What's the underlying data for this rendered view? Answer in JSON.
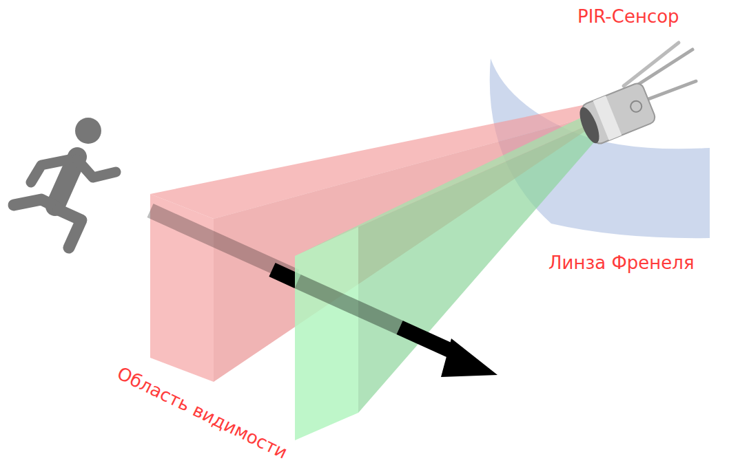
{
  "diagram": {
    "labels": [
      "PIR-Сенсор",
      "Линза Френеля",
      "Область видимости"
    ]
  }
}
